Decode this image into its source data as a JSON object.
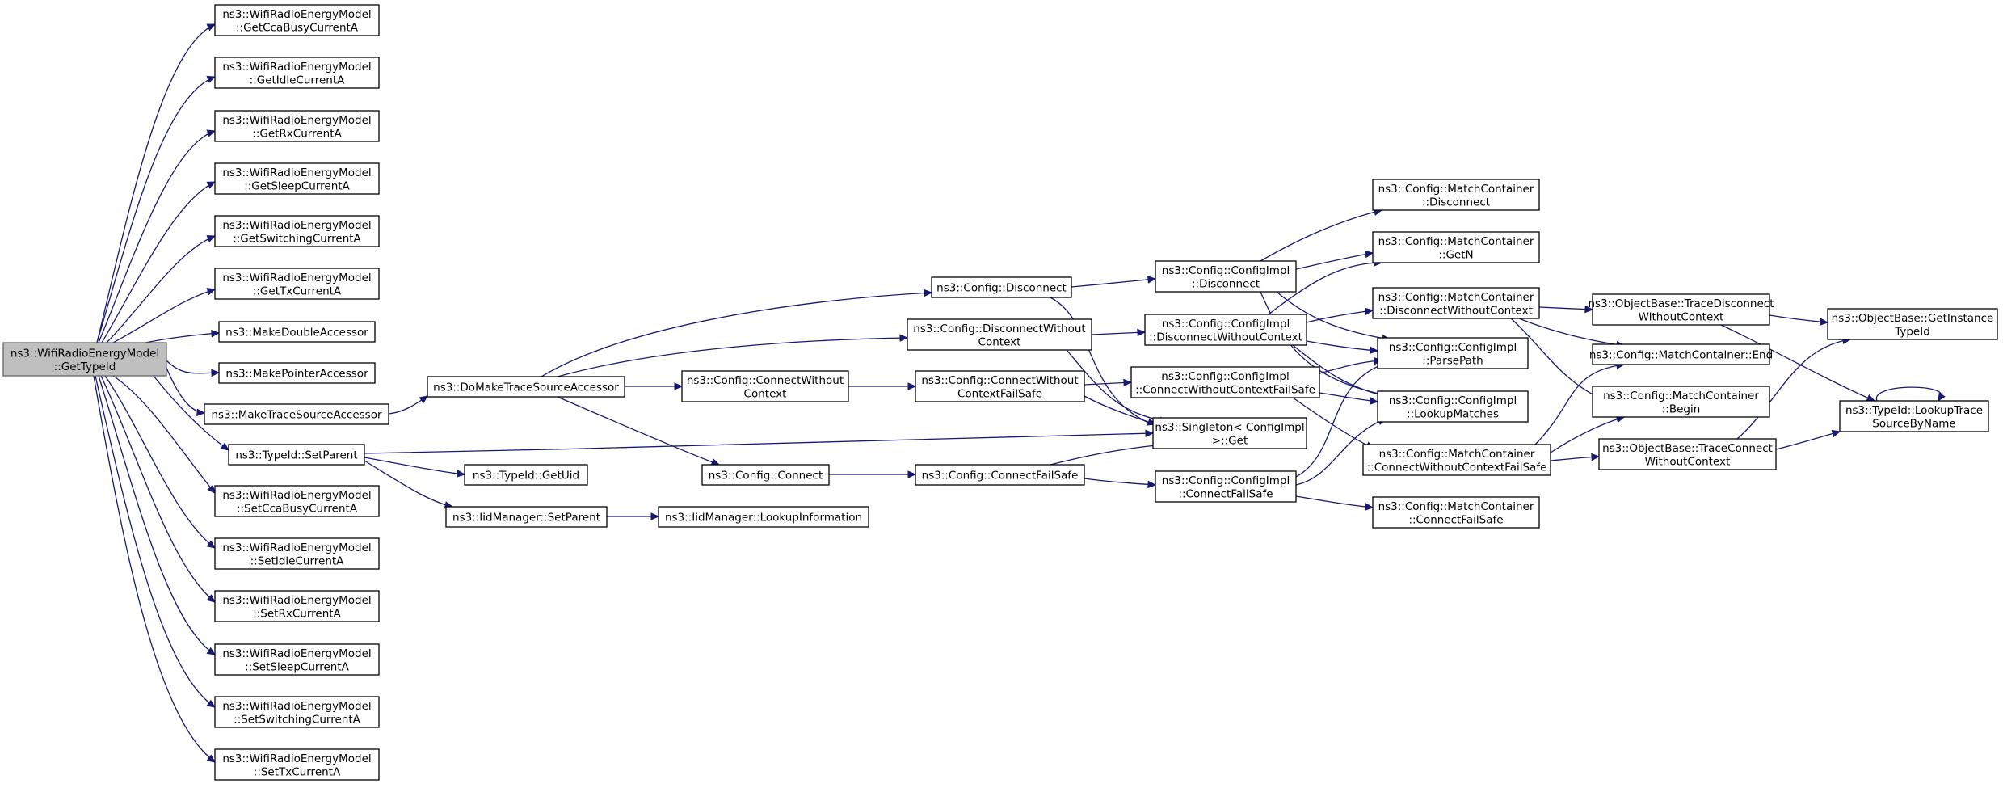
{
  "graph": {
    "root": "root",
    "nodes": {
      "root": [
        "ns3::WifiRadioEnergyModel",
        "::GetTypeId"
      ],
      "getCcaBusy": [
        "ns3::WifiRadioEnergyModel",
        "::GetCcaBusyCurrentA"
      ],
      "getIdle": [
        "ns3::WifiRadioEnergyModel",
        "::GetIdleCurrentA"
      ],
      "getRx": [
        "ns3::WifiRadioEnergyModel",
        "::GetRxCurrentA"
      ],
      "getSleep": [
        "ns3::WifiRadioEnergyModel",
        "::GetSleepCurrentA"
      ],
      "getSwitching": [
        "ns3::WifiRadioEnergyModel",
        "::GetSwitchingCurrentA"
      ],
      "getTx": [
        "ns3::WifiRadioEnergyModel",
        "::GetTxCurrentA"
      ],
      "makeDouble": [
        "ns3::MakeDoubleAccessor"
      ],
      "makePointer": [
        "ns3::MakePointerAccessor"
      ],
      "makeTrace": [
        "ns3::MakeTraceSourceAccessor"
      ],
      "setParent": [
        "ns3::TypeId::SetParent"
      ],
      "setCcaBusy": [
        "ns3::WifiRadioEnergyModel",
        "::SetCcaBusyCurrentA"
      ],
      "setIdle": [
        "ns3::WifiRadioEnergyModel",
        "::SetIdleCurrentA"
      ],
      "setRx": [
        "ns3::WifiRadioEnergyModel",
        "::SetRxCurrentA"
      ],
      "setSleep": [
        "ns3::WifiRadioEnergyModel",
        "::SetSleepCurrentA"
      ],
      "setSwitching": [
        "ns3::WifiRadioEnergyModel",
        "::SetSwitchingCurrentA"
      ],
      "setTx": [
        "ns3::WifiRadioEnergyModel",
        "::SetTxCurrentA"
      ],
      "doMake": [
        "ns3::DoMakeTraceSourceAccessor"
      ],
      "getUid": [
        "ns3::TypeId::GetUid"
      ],
      "iidSetParent": [
        "ns3::IidManager::SetParent"
      ],
      "iidLookup": [
        "ns3::IidManager::LookupInformation"
      ],
      "cfgDisconnect": [
        "ns3::Config::Disconnect"
      ],
      "cfgDisconnectWC": [
        "ns3::Config::DisconnectWithout",
        "Context"
      ],
      "cfgConnectWC": [
        "ns3::Config::ConnectWithout",
        "Context"
      ],
      "cfgConnect": [
        "ns3::Config::Connect"
      ],
      "cfgConnectWCFS": [
        "ns3::Config::ConnectWithout",
        "ContextFailSafe"
      ],
      "cfgConnectFS": [
        "ns3::Config::ConnectFailSafe"
      ],
      "implDisconnect": [
        "ns3::Config::ConfigImpl",
        "::Disconnect"
      ],
      "implDisconnectWC": [
        "ns3::Config::ConfigImpl",
        "::DisconnectWithoutContext"
      ],
      "implConnectWCFS": [
        "ns3::Config::ConfigImpl",
        "::ConnectWithoutContextFailSafe"
      ],
      "singleton": [
        "ns3::Singleton< ConfigImpl",
        " >::Get"
      ],
      "implConnectFS": [
        "ns3::Config::ConfigImpl",
        "::ConnectFailSafe"
      ],
      "mcDisconnect": [
        "ns3::Config::MatchContainer",
        "::Disconnect"
      ],
      "mcGetN": [
        "ns3::Config::MatchContainer",
        "::GetN"
      ],
      "mcDisconnectWC": [
        "ns3::Config::MatchContainer",
        "::DisconnectWithoutContext"
      ],
      "parsePath": [
        "ns3::Config::ConfigImpl",
        "::ParsePath"
      ],
      "lookupMatches": [
        "ns3::Config::ConfigImpl",
        "::LookupMatches"
      ],
      "mcConnectWCFS": [
        "ns3::Config::MatchContainer",
        "::ConnectWithoutContextFailSafe"
      ],
      "mcConnectFS": [
        "ns3::Config::MatchContainer",
        "::ConnectFailSafe"
      ],
      "obTraceDisconnect": [
        "ns3::ObjectBase::TraceDisconnect",
        "WithoutContext"
      ],
      "mcEnd": [
        "ns3::Config::MatchContainer::End"
      ],
      "mcBegin": [
        "ns3::Config::MatchContainer",
        "::Begin"
      ],
      "obTraceConnect": [
        "ns3::ObjectBase::TraceConnect",
        "WithoutContext"
      ],
      "obGetInstance": [
        "ns3::ObjectBase::GetInstance",
        "TypeId"
      ],
      "lookupTrace": [
        "ns3::TypeId::LookupTrace",
        "SourceByName"
      ]
    },
    "edges": [
      [
        "root",
        "getCcaBusy"
      ],
      [
        "root",
        "getIdle"
      ],
      [
        "root",
        "getRx"
      ],
      [
        "root",
        "getSleep"
      ],
      [
        "root",
        "getSwitching"
      ],
      [
        "root",
        "getTx"
      ],
      [
        "root",
        "makeDouble"
      ],
      [
        "root",
        "makePointer"
      ],
      [
        "root",
        "makeTrace"
      ],
      [
        "root",
        "setParent"
      ],
      [
        "root",
        "setCcaBusy"
      ],
      [
        "root",
        "setIdle"
      ],
      [
        "root",
        "setRx"
      ],
      [
        "root",
        "setSleep"
      ],
      [
        "root",
        "setSwitching"
      ],
      [
        "root",
        "setTx"
      ],
      [
        "makeTrace",
        "doMake"
      ],
      [
        "doMake",
        "cfgDisconnect"
      ],
      [
        "doMake",
        "cfgDisconnectWC"
      ],
      [
        "doMake",
        "cfgConnectWC"
      ],
      [
        "doMake",
        "cfgConnect"
      ],
      [
        "setParent",
        "singleton"
      ],
      [
        "setParent",
        "getUid"
      ],
      [
        "setParent",
        "iidSetParent"
      ],
      [
        "iidSetParent",
        "iidLookup"
      ],
      [
        "cfgDisconnect",
        "implDisconnect"
      ],
      [
        "cfgDisconnect",
        "singleton"
      ],
      [
        "cfgDisconnectWC",
        "implDisconnectWC"
      ],
      [
        "cfgDisconnectWC",
        "singleton"
      ],
      [
        "cfgConnectWC",
        "cfgConnectWCFS"
      ],
      [
        "cfgConnectWCFS",
        "implConnectWCFS"
      ],
      [
        "cfgConnectWCFS",
        "singleton"
      ],
      [
        "cfgConnect",
        "cfgConnectFS"
      ],
      [
        "cfgConnectFS",
        "singleton"
      ],
      [
        "cfgConnectFS",
        "implConnectFS"
      ],
      [
        "implDisconnect",
        "mcDisconnect"
      ],
      [
        "implDisconnect",
        "mcGetN"
      ],
      [
        "implDisconnect",
        "parsePath"
      ],
      [
        "implDisconnect",
        "lookupMatches"
      ],
      [
        "implDisconnectWC",
        "mcGetN"
      ],
      [
        "implDisconnectWC",
        "mcDisconnectWC"
      ],
      [
        "implDisconnectWC",
        "parsePath"
      ],
      [
        "implDisconnectWC",
        "lookupMatches"
      ],
      [
        "implConnectWCFS",
        "parsePath"
      ],
      [
        "implConnectWCFS",
        "lookupMatches"
      ],
      [
        "implConnectWCFS",
        "mcConnectWCFS"
      ],
      [
        "implConnectFS",
        "parsePath"
      ],
      [
        "implConnectFS",
        "lookupMatches"
      ],
      [
        "implConnectFS",
        "mcConnectFS"
      ],
      [
        "mcDisconnectWC",
        "obTraceDisconnect"
      ],
      [
        "mcDisconnectWC",
        "mcEnd"
      ],
      [
        "mcDisconnectWC",
        "mcBegin"
      ],
      [
        "mcConnectWCFS",
        "mcEnd"
      ],
      [
        "mcConnectWCFS",
        "mcBegin"
      ],
      [
        "mcConnectWCFS",
        "obTraceConnect"
      ],
      [
        "obTraceDisconnect",
        "obGetInstance"
      ],
      [
        "obTraceDisconnect",
        "lookupTrace"
      ],
      [
        "obTraceConnect",
        "obGetInstance"
      ],
      [
        "obTraceConnect",
        "lookupTrace"
      ],
      [
        "lookupTrace",
        "lookupTrace"
      ]
    ]
  }
}
